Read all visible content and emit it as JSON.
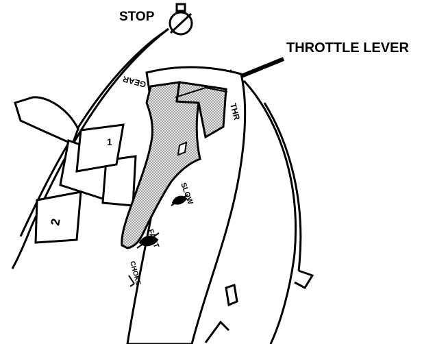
{
  "labels": {
    "stop": "STOP",
    "throttle_lever": "THROTTLE LEVER",
    "gear": "GEAR",
    "throttle_short": "THR",
    "slow": "SLOW",
    "fast": "FAST",
    "choke": "CHOKE",
    "gear_position_1": "1",
    "gear_position_2": "2"
  },
  "icons": {
    "stop": "engine-stop-icon",
    "slow": "tortoise-icon",
    "fast": "hare-icon"
  },
  "colors": {
    "ink": "#000000",
    "paper": "#ffffff",
    "lever_fill": "#c9c9c9"
  }
}
